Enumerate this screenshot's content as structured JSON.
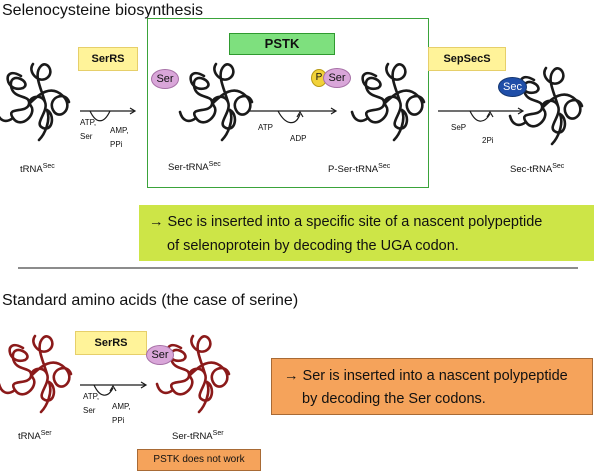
{
  "top": {
    "title": "Selenocysteine biosynthesis",
    "enzymes": {
      "serrs": "SerRS",
      "pstk": "PSTK",
      "sepsecs": "SepSecS"
    },
    "badges": {
      "ser": "Ser",
      "p": "P",
      "sec": "Sec"
    },
    "step1": {
      "in1": "ATP,",
      "in2": "Ser",
      "out1": "AMP,",
      "out2": "PPi"
    },
    "step2": {
      "in": "ATP",
      "out": "ADP"
    },
    "step3": {
      "in": "SeP",
      "out": "2Pi"
    },
    "labels": {
      "trna_base": "tRNA",
      "trna_sup": "Sec",
      "ser_trna_base": "Ser-tRNA",
      "ser_trna_sup": "Sec",
      "pser_trna_base": "P-Ser-tRNA",
      "pser_trna_sup": "Sec",
      "sec_trna_base": "Sec-tRNA",
      "sec_trna_sup": "Sec"
    },
    "note_line1": "→ Sec is inserted into a specific site of a nascent polypeptide",
    "note_line2": "of selenoprotein by decoding the UGA codon."
  },
  "bottom": {
    "title": "Standard amino acids (the case of serine)",
    "enzyme": "SerRS",
    "badge": "Ser",
    "step": {
      "in1": "ATP,",
      "in2": "Ser",
      "out1": "AMP,",
      "out2": "PPi"
    },
    "labels": {
      "trna_base": "tRNA",
      "trna_sup": "Ser",
      "ser_trna_base": "Ser-tRNA",
      "ser_trna_sup": "Ser"
    },
    "note_line1": "→ Ser is inserted into a nascent polypeptide",
    "note_line2": "by decoding the Ser codons.",
    "pstk_note": "PSTK does not work"
  },
  "colors": {
    "trna_black": "#1a1a1a",
    "trna_red": "#8b1a1a",
    "ser_badge": "#d9a6d9",
    "p_badge": "#f2d23a",
    "sec_badge": "#1f4ea8",
    "green_note": "#cde547",
    "orange_note": "#f5a35b"
  }
}
